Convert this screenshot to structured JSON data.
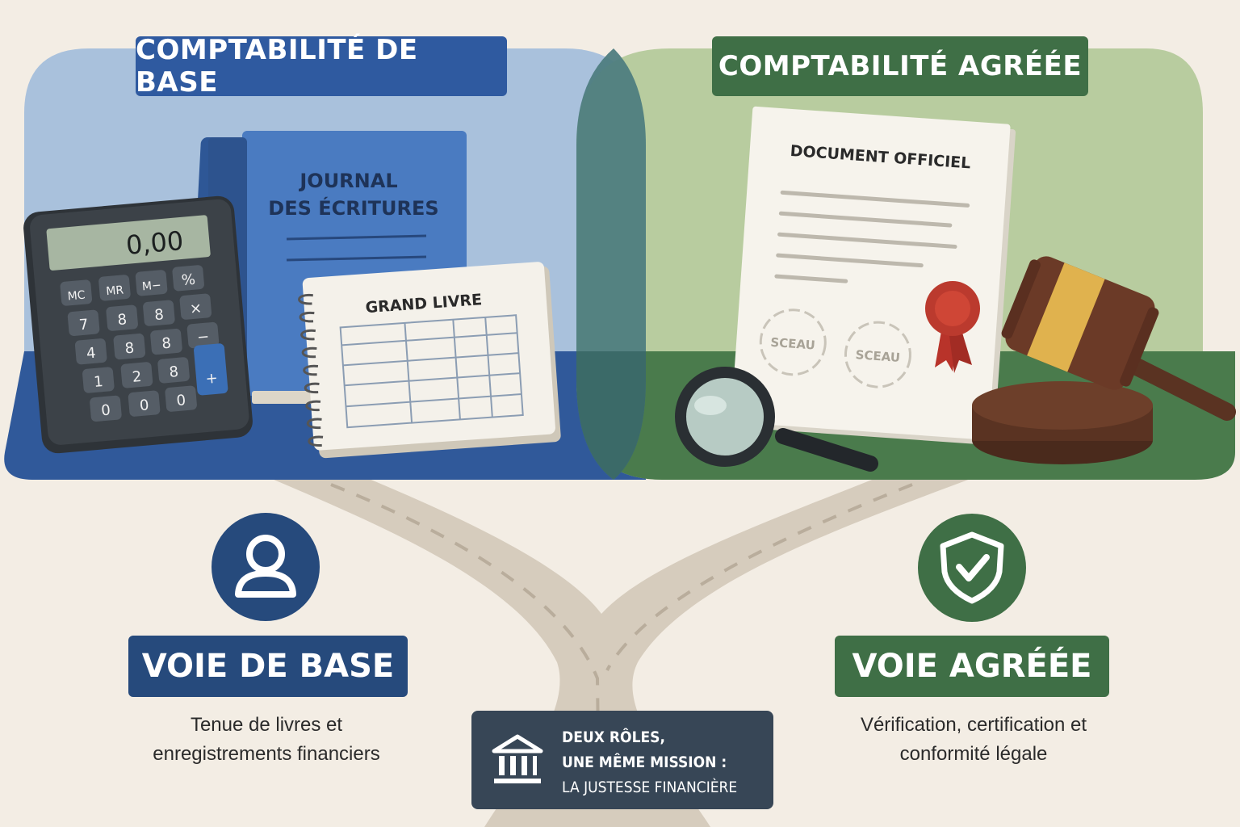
{
  "left_panel": {
    "title": "COMPTABILITÉ DE BASE",
    "color": "#2f5aa0",
    "calculator": {
      "display": "0,00",
      "keys": [
        "MC",
        "MR",
        "M−",
        "%",
        "7",
        "8",
        "8",
        "×",
        "4",
        "8",
        "8",
        "−",
        "1",
        "2",
        "8",
        "+",
        "0",
        "0",
        "0"
      ]
    },
    "journal": {
      "line1": "JOURNAL",
      "line2": "DES ÉCRITURES"
    },
    "ledger": {
      "title": "GRAND LIVRE"
    }
  },
  "right_panel": {
    "title": "COMPTABILITÉ AGRÉÉE",
    "color": "#3f6f46",
    "document": {
      "title": "DOCUMENT OFFICIEL",
      "seal1": "SCEAU",
      "seal2": "SCEAU"
    }
  },
  "paths": {
    "left": {
      "label": "VOIE DE BASE",
      "desc_line1": "Tenue de livres et",
      "desc_line2": "enregistrements financiers",
      "icon": "user-icon"
    },
    "right": {
      "label": "VOIE AGRÉÉE",
      "desc_line1": "Vérification, certification et",
      "desc_line2": "conformité légale",
      "icon": "shield-check-icon"
    }
  },
  "mission": {
    "line1": "DEUX RÔLES,",
    "line2": "UNE MÊME MISSION :",
    "line3": "LA JUSTESSE FINANCIÈRE",
    "icon": "institution-icon"
  }
}
